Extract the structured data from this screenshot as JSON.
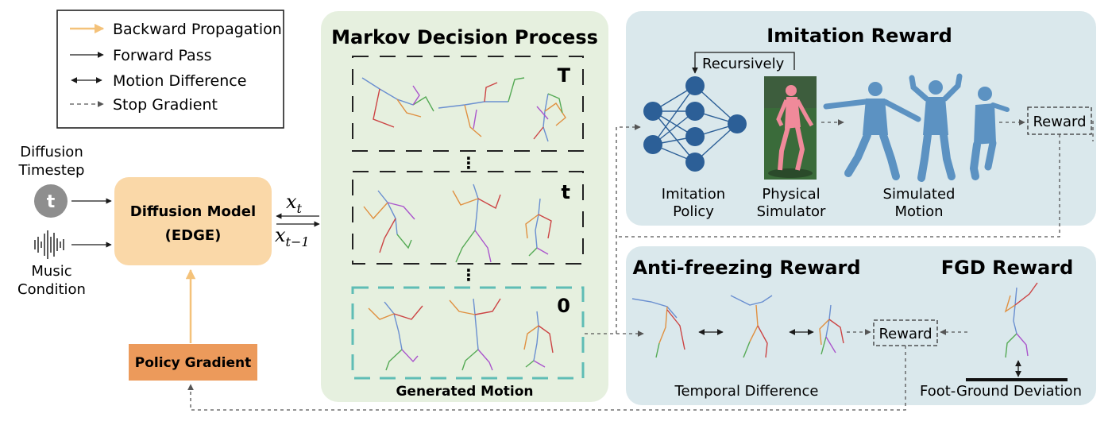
{
  "legend": {
    "items": [
      {
        "label": "Backward Propagation",
        "style": "orange-arrow"
      },
      {
        "label": "Forward Pass",
        "style": "solid-arrow"
      },
      {
        "label": "Motion Difference",
        "style": "double-arrow"
      },
      {
        "label": "Stop Gradient",
        "style": "dashed-arrow"
      }
    ]
  },
  "inputs": {
    "timestep_label_line1": "Diffusion",
    "timestep_label_line2": "Timestep",
    "timestep_symbol": "t",
    "music_label_line1": "Music",
    "music_label_line2": "Condition"
  },
  "model": {
    "title_line1": "Diffusion Model",
    "title_line2": "(EDGE)",
    "xt_base": "x",
    "xt_sub": "t",
    "xt1_base": "x",
    "xt1_sub": "t−1"
  },
  "policy_gradient": {
    "label": "Policy Gradient"
  },
  "mdp": {
    "title": "Markov Decision Process",
    "step_T": "T",
    "step_t": "t",
    "step_0": "0",
    "vdots": "⋮",
    "footer": "Generated Motion"
  },
  "imitation": {
    "title": "Imitation Reward",
    "recursively": "Recursively",
    "policy_line1": "Imitation",
    "policy_line2": "Policy",
    "sim_line1": "Physical",
    "sim_line2": "Simulator",
    "motion_line1": "Simulated",
    "motion_line2": "Motion",
    "reward": "Reward"
  },
  "antifreeze": {
    "title": "Anti-freezing Reward",
    "reward": "Reward",
    "caption": "Temporal Difference"
  },
  "fgd": {
    "title": "FGD Reward",
    "caption": "Foot-Ground Deviation"
  },
  "colors": {
    "orange_arrow": "#f4c27a",
    "model_fill": "#fad8a8",
    "policy_fill": "#ec9a5b",
    "mdp_panel": "#e6f0df",
    "reward_panel": "#dae8ec",
    "teal_dash": "#5fbdb5",
    "neuron": "#2c5f97",
    "avatar": "#5c92c2",
    "sim_green": "#3a6b3a",
    "sim_pink": "#f08a9a"
  }
}
